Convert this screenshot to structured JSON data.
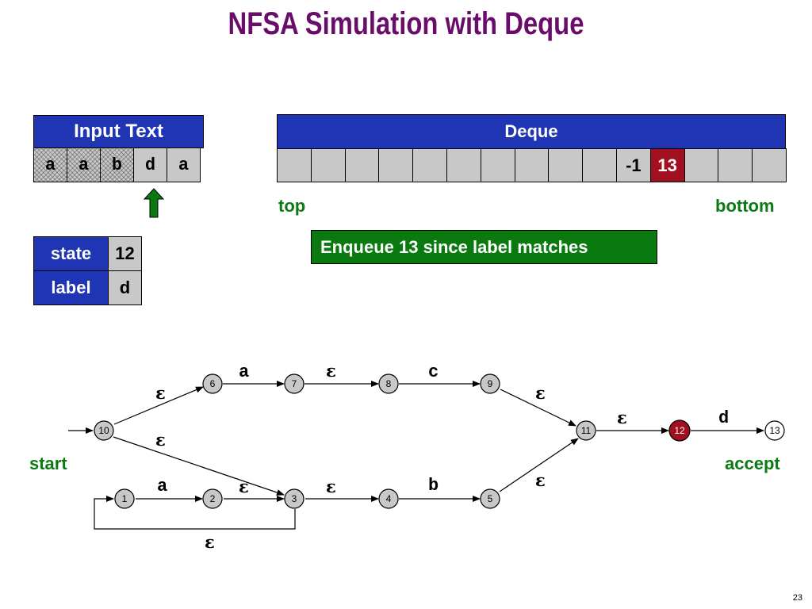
{
  "title": "NFSA Simulation with Deque",
  "input_text": {
    "header": "Input Text",
    "chars": [
      "a",
      "a",
      "b",
      "d",
      "a"
    ],
    "consumed_count": 3,
    "pointer_index": 3
  },
  "deque": {
    "header": "Deque",
    "cells": [
      "",
      "",
      "",
      "",
      "",
      "",
      "",
      "",
      "",
      "",
      "-1",
      "13",
      "",
      "",
      ""
    ],
    "highlight_index": 11,
    "top_label": "top",
    "bottom_label": "bottom"
  },
  "message": "Enqueue 13 since label matches",
  "state_table": {
    "rows": [
      {
        "key": "state",
        "value": "12"
      },
      {
        "key": "label",
        "value": "d"
      }
    ]
  },
  "nfa": {
    "start_label": "start",
    "accept_label": "accept",
    "states": [
      "1",
      "2",
      "3",
      "4",
      "5",
      "6",
      "7",
      "8",
      "9",
      "10",
      "11",
      "12",
      "13"
    ],
    "current_state": "12",
    "accept_state": "13",
    "edge_labels": {
      "e10_6": "ε",
      "e10_3": "ε",
      "e6_7": "a",
      "e7_8": "ε",
      "e8_9": "c",
      "e9_11": "ε",
      "e1_2": "a",
      "e2_3": "ε",
      "e3_4": "ε",
      "e4_5": "b",
      "e5_11": "ε",
      "e11_12": "ε",
      "e12_13": "d",
      "e3_1": "ε"
    }
  },
  "colors": {
    "title": "#6a0d6a",
    "header_blue": "#1f35b4",
    "cell_gray": "#c8c8c8",
    "highlight_red": "#a01020",
    "green": "#0c7a14"
  },
  "page_number": "23"
}
